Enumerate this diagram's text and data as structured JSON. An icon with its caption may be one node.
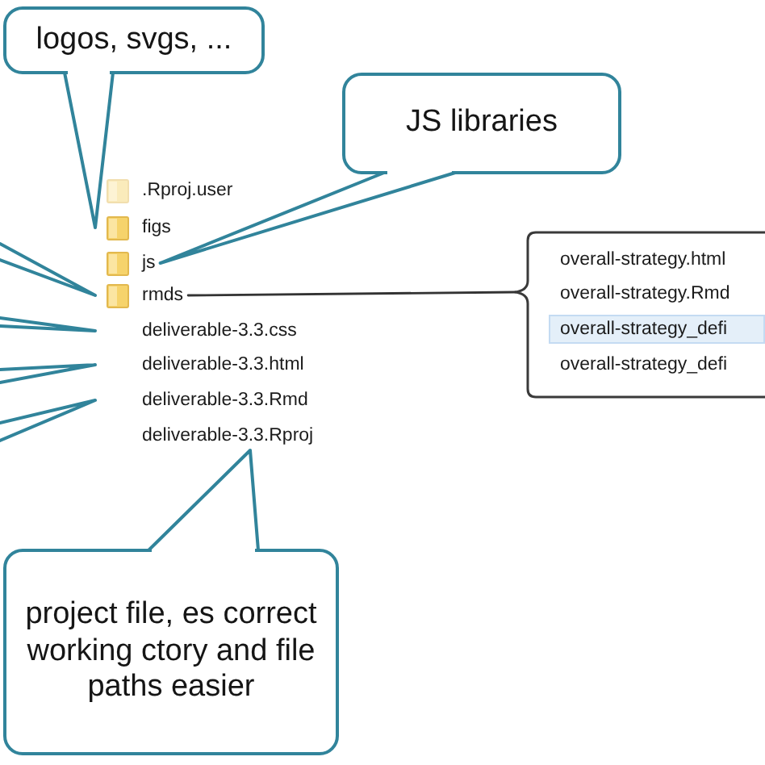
{
  "diagram": {
    "nodes": [
      {
        "text": [
          "logos, svgs, ..."
        ]
      },
      {
        "text": [
          "JS libraries"
        ]
      },
      {
        "text": [
          "figs"
        ]
      },
      {
        "text": [
          "js"
        ]
      },
      {
        "text": [
          "rmds"
        ]
      },
      {
        "text": [
          "deliverable-3.3.css"
        ]
      },
      {
        "text": [
          "deliverable-3.3.html"
        ]
      },
      {
        "text": [
          "deliverable-3.3.Rmd"
        ]
      },
      {
        "text": [
          "deliverable-3.3.Rproj"
        ]
      },
      {
        "text": [
          "overall-strategy.html",
          "overall-strategy.Rmd",
          "overall-strategy_defi",
          "overall-strategy_defi"
        ]
      },
      {
        "text": [
          "project file, es correct working ctory and file paths easier"
        ]
      }
    ],
    "edges": [
      {
        "from": 0,
        "to": 2,
        "arrow": "none"
      },
      {
        "from": 1,
        "to": 3,
        "arrow": "none"
      },
      {
        "from": null,
        "to": 4,
        "arrow": "none"
      },
      {
        "from": null,
        "to": 5,
        "arrow": "none"
      },
      {
        "from": null,
        "to": 6,
        "arrow": "none"
      },
      {
        "from": null,
        "to": 7,
        "arrow": "none"
      },
      {
        "from": 10,
        "to": 8,
        "arrow": "none"
      },
      {
        "from": 9,
        "to": 4,
        "arrow": "none",
        "color": "#333333"
      }
    ],
    "labels": [
      ".Rproj.user"
    ]
  }
}
